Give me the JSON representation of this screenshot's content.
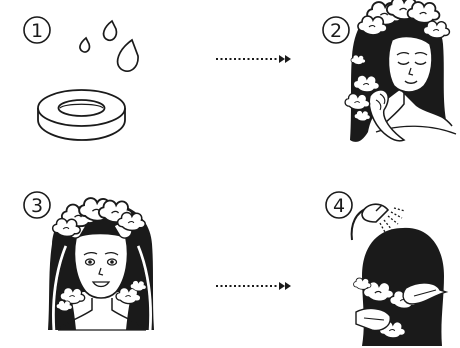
{
  "steps": [
    {
      "number": "1",
      "illustration": "soap-bar-water-drops"
    },
    {
      "number": "2",
      "illustration": "woman-lathering-hair"
    },
    {
      "number": "3",
      "illustration": "woman-with-foamy-hair"
    },
    {
      "number": "4",
      "illustration": "shower-rinsing-hair"
    }
  ],
  "arrows": [
    {
      "from": "1",
      "to": "2"
    },
    {
      "from": "3",
      "to": "4"
    }
  ],
  "colors": {
    "ink": "#1a1a1a",
    "paper": "#ffffff"
  }
}
